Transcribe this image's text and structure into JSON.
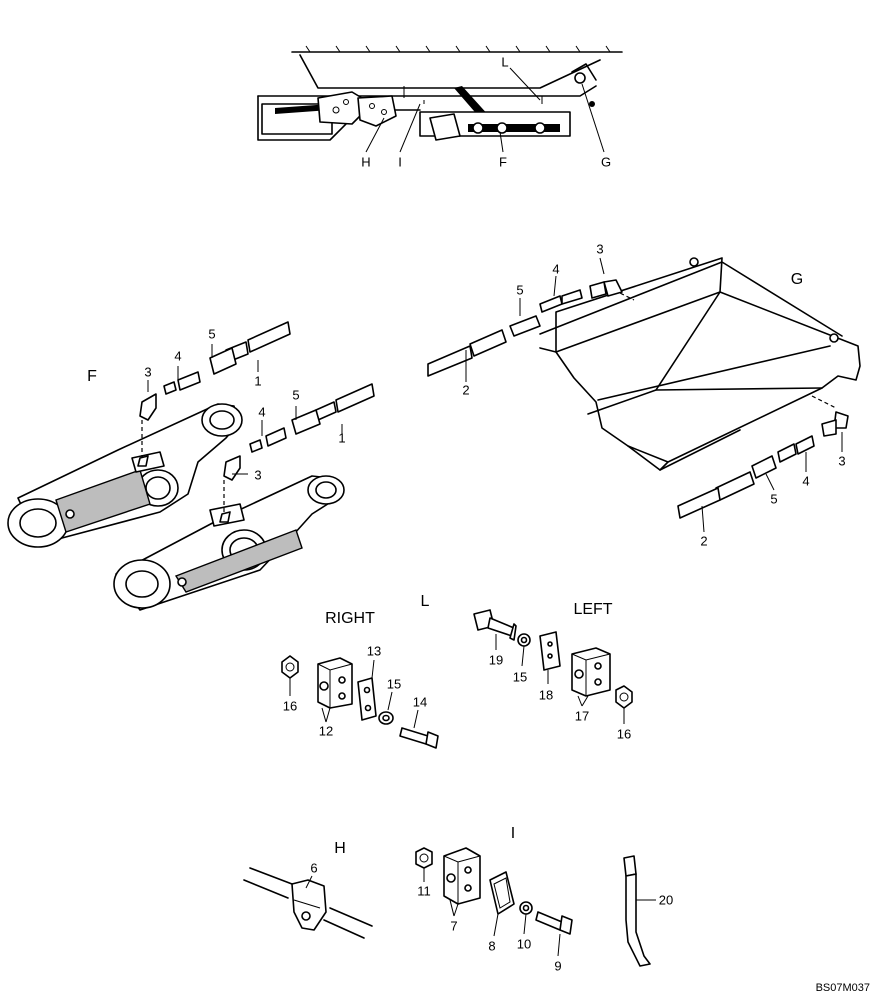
{
  "drawing_code": "BS07M037",
  "overview": {
    "labels": [
      "L",
      "H",
      "I",
      "F",
      "G"
    ]
  },
  "views": {
    "F": "F",
    "G": "G",
    "L": "L",
    "H": "H",
    "I": "I"
  },
  "side_headers": {
    "right": "RIGHT",
    "left": "LEFT"
  },
  "callouts": {
    "f_3a": "3",
    "f_4a": "4",
    "f_5a": "5",
    "f_1a": "1",
    "f_4b": "4",
    "f_5b": "5",
    "f_1b": "1",
    "f_3b": "3",
    "g_3a": "3",
    "g_4a": "4",
    "g_5a": "5",
    "g_2a": "2",
    "g_3b": "3",
    "g_4b": "4",
    "g_5b": "5",
    "g_2b": "2",
    "r_16": "16",
    "r_12": "12",
    "r_13": "13",
    "r_15": "15",
    "r_14": "14",
    "l_19": "19",
    "l_15": "15",
    "l_18": "18",
    "l_17": "17",
    "l_16": "16",
    "h_6": "6",
    "i_11": "11",
    "i_7": "7",
    "i_8": "8",
    "i_10": "10",
    "i_9": "9",
    "p_20": "20"
  }
}
